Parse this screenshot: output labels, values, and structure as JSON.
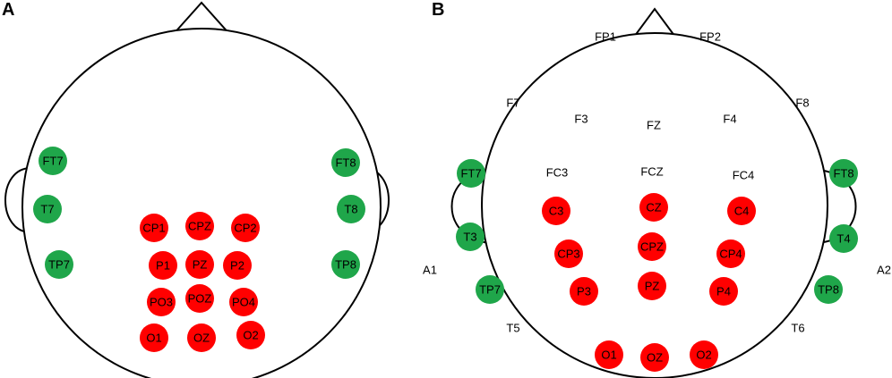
{
  "colors": {
    "red": "#ff0000",
    "green": "#1fa64a",
    "outline": "#000000"
  },
  "panel_a": {
    "label": "A",
    "electrodes": [
      {
        "name": "FT7",
        "color": "green"
      },
      {
        "name": "T7",
        "color": "green"
      },
      {
        "name": "TP7",
        "color": "green"
      },
      {
        "name": "FT8",
        "color": "green"
      },
      {
        "name": "T8",
        "color": "green"
      },
      {
        "name": "TP8",
        "color": "green"
      },
      {
        "name": "CP1",
        "color": "red"
      },
      {
        "name": "CPZ",
        "color": "red"
      },
      {
        "name": "CP2",
        "color": "red"
      },
      {
        "name": "P1",
        "color": "red"
      },
      {
        "name": "PZ",
        "color": "red"
      },
      {
        "name": "P2",
        "color": "red"
      },
      {
        "name": "PO3",
        "color": "red"
      },
      {
        "name": "POZ",
        "color": "red"
      },
      {
        "name": "PO4",
        "color": "red"
      },
      {
        "name": "O1",
        "color": "red"
      },
      {
        "name": "OZ",
        "color": "red"
      },
      {
        "name": "O2",
        "color": "red"
      }
    ]
  },
  "panel_b": {
    "label": "B",
    "plain_labels": [
      "FP1",
      "FP2",
      "F7",
      "F3",
      "FZ",
      "F4",
      "F8",
      "FC3",
      "FCZ",
      "FC4",
      "A1",
      "A2",
      "T5",
      "T6"
    ],
    "electrodes": [
      {
        "name": "FT7",
        "color": "green"
      },
      {
        "name": "T3",
        "color": "green"
      },
      {
        "name": "TP7",
        "color": "green"
      },
      {
        "name": "FT8",
        "color": "green"
      },
      {
        "name": "T4",
        "color": "green"
      },
      {
        "name": "TP8",
        "color": "green"
      },
      {
        "name": "C3",
        "color": "red"
      },
      {
        "name": "CZ",
        "color": "red"
      },
      {
        "name": "C4",
        "color": "red"
      },
      {
        "name": "CP3",
        "color": "red"
      },
      {
        "name": "CPZ",
        "color": "red"
      },
      {
        "name": "CP4",
        "color": "red"
      },
      {
        "name": "P3",
        "color": "red"
      },
      {
        "name": "PZ",
        "color": "red"
      },
      {
        "name": "P4",
        "color": "red"
      },
      {
        "name": "O1",
        "color": "red"
      },
      {
        "name": "OZ",
        "color": "red"
      },
      {
        "name": "O2",
        "color": "red"
      }
    ]
  }
}
